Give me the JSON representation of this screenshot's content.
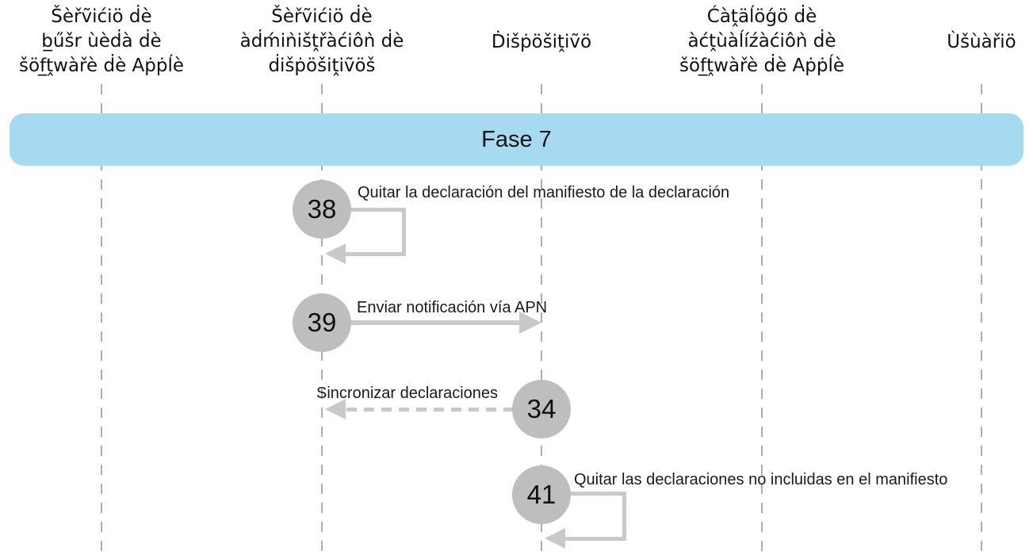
{
  "diagram": {
    "kind": "sequence-diagram",
    "banner": {
      "label": "Fase 7",
      "color": "#a6daf1"
    },
    "lanes": [
      {
        "id": "apple-software-lookup-service",
        "lines": [
          "Šèřṽićiö ḋè",
          "b̲űšr ùèḋà ḋè",
          "šöf̲ṱwàřè ḋè Aṗṗĺè"
        ]
      },
      {
        "id": "device-management-service",
        "lines": [
          "Šèřṽićiö ḋè",
          "àḋḿiǹišṱřàćiôǹ ḋè",
          "ḋišṗöšiṱiṽöš"
        ]
      },
      {
        "id": "device",
        "lines": [
          "Ḋišṗöšiṱiṽö"
        ]
      },
      {
        "id": "apple-software-update-catalog",
        "lines": [
          "Ćàṱäĺöǵö ḋè",
          "àćṱùàĺíźàćiôǹ ḋè",
          "šöf̲ṱwàřè ḋè Aṗṗĺè"
        ]
      },
      {
        "id": "user",
        "lines": [
          "Ùšùàřiö"
        ]
      }
    ],
    "steps": [
      {
        "number": "38",
        "label": "Quitar la declaración del manifiesto de la declaración",
        "type": "self-loop",
        "lane": "device-management-service"
      },
      {
        "number": "39",
        "label": "Enviar notificación vía APN",
        "type": "solid-arrow",
        "from": "device-management-service",
        "to": "device"
      },
      {
        "number": "34",
        "label": "Sincronizar declaraciones",
        "type": "dashed-arrow",
        "from": "device",
        "to": "device-management-service"
      },
      {
        "number": "41",
        "label": "Quitar las declaraciones no incluidas en el manifiesto",
        "type": "self-loop",
        "lane": "device"
      }
    ],
    "colors": {
      "banner_blue": "#a6daf1",
      "circle_gray": "#bebebe",
      "arrow_gray": "#c9c9c9",
      "lane_line_gray": "#adadad",
      "text": "#1a1a1a"
    }
  }
}
